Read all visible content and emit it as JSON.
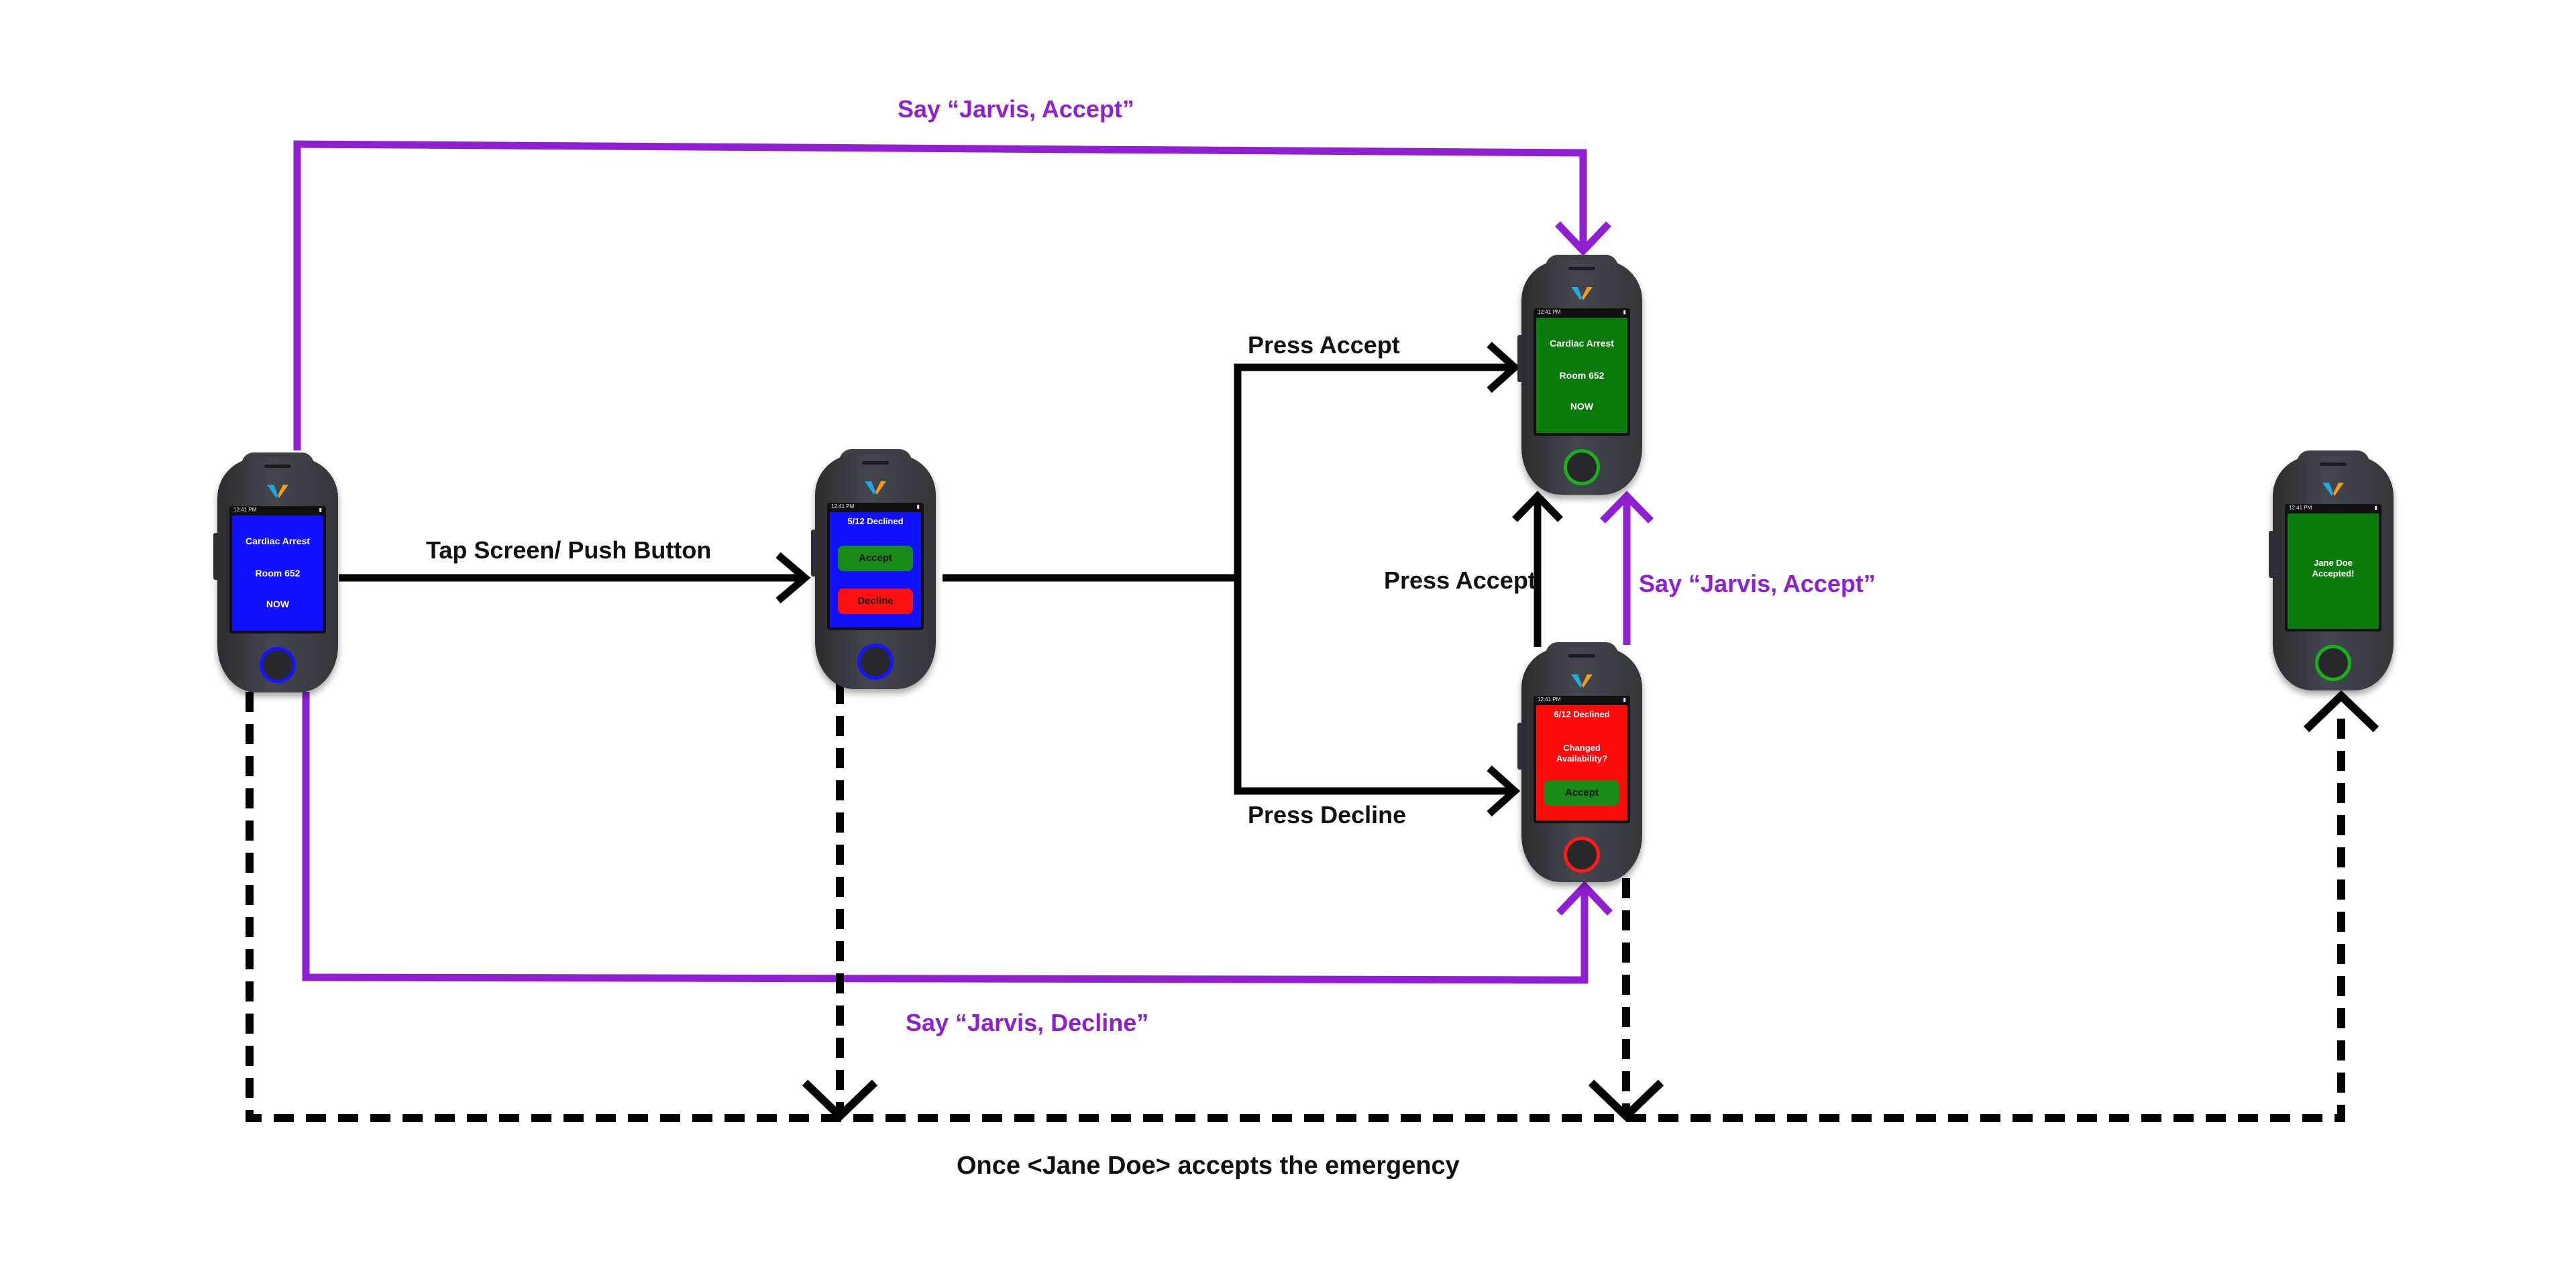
{
  "colors": {
    "flow_black": "#050505",
    "flow_purple": "#8f1fd0",
    "screen_blue": "#1010ff",
    "screen_green": "#0b7c0b",
    "screen_red": "#ff0a0a",
    "button_green": "#178a17",
    "button_red": "#ff1010"
  },
  "labels": {
    "say_accept_top": "Say “Jarvis, Accept”",
    "tap_screen": "Tap Screen/ Push Button",
    "press_accept_upper": "Press Accept",
    "press_decline": "Press Decline",
    "press_accept_middle": "Press Accept",
    "say_accept_right": "Say “Jarvis, Accept”",
    "say_decline": "Say “Jarvis, Decline”",
    "once_accepts": "Once <Jane Doe> accepts the emergency"
  },
  "devices": {
    "alert": {
      "status_time": "12:41 PM",
      "line1": "Cardiac Arrest",
      "line2": "Room 652",
      "line3": "NOW"
    },
    "choice": {
      "status_time": "12:41 PM",
      "header": "5/12 Declined",
      "accept_label": "Accept",
      "decline_label": "Decline"
    },
    "accepted": {
      "status_time": "12:41 PM",
      "line1": "Cardiac Arrest",
      "line2": "Room 652",
      "line3": "NOW"
    },
    "declined": {
      "status_time": "12:41 PM",
      "header": "6/12 Declined",
      "question": "Changed Availability?",
      "accept_label": "Accept"
    },
    "other_accepted": {
      "status_time": "12:41 PM",
      "message": "Jane Doe Accepted!"
    }
  }
}
